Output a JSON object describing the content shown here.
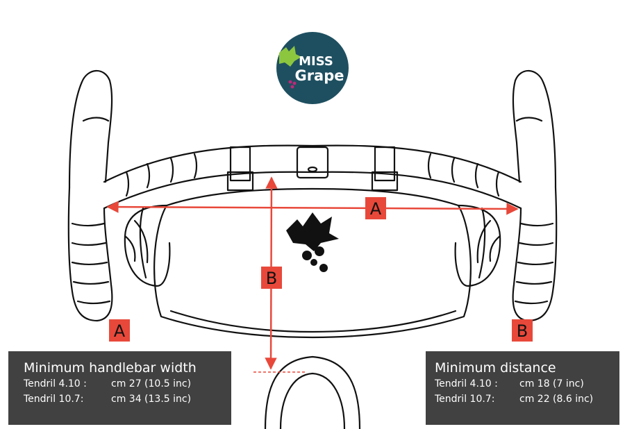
{
  "brand": {
    "name_line1": "MISS",
    "name_line2": "Grape",
    "badge_color": "#1e4f60",
    "leaf_color": "#8cc63f",
    "grape_color": "#c0277b"
  },
  "colors": {
    "dimension_line": "#e8483a",
    "tag_fill": "#e8483a",
    "callout_bg": "#414141",
    "callout_text": "#ffffff"
  },
  "dimension_tags": {
    "a_arrow": "A",
    "b_arrow": "B",
    "a_bottom": "A",
    "b_bottom": "B"
  },
  "callouts": {
    "left": {
      "heading": "Minimum handlebar width",
      "rows": [
        {
          "model": "Tendril 4.10 :",
          "value": "cm 27 (10.5 inc)"
        },
        {
          "model": "Tendril 10.7:",
          "value": "cm 34 (13.5 inc)"
        }
      ]
    },
    "right": {
      "heading": "Minimum distance",
      "rows": [
        {
          "model": "Tendril 4.10 :",
          "value": "cm 18 (7 inc)"
        },
        {
          "model": "Tendril 10.7:",
          "value": "cm 22 (8.6 inc)"
        }
      ]
    }
  }
}
